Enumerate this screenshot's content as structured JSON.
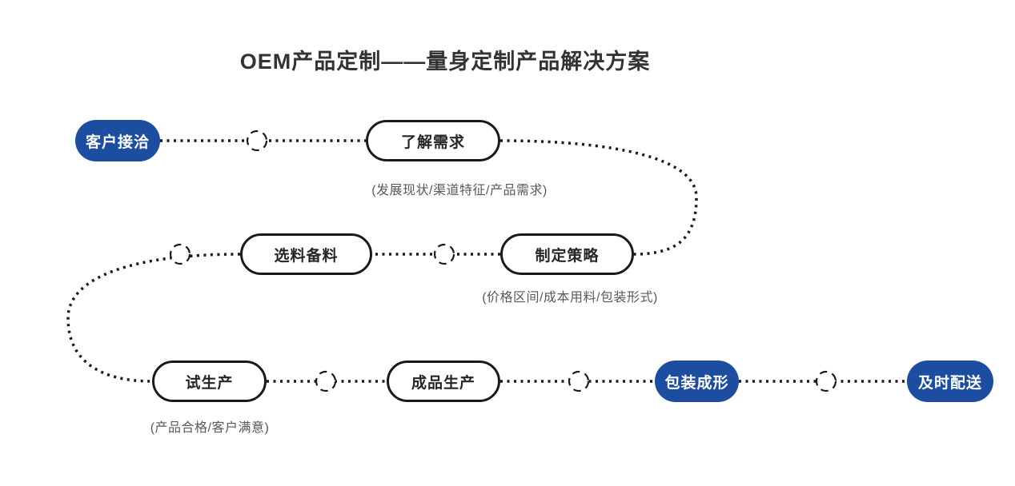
{
  "title": "OEM产品定制——量身定制产品解决方案",
  "colors": {
    "accent_blue": "#1c4da1",
    "line_dark": "#1a1a1a",
    "note_gray": "#595959",
    "title_dark": "#333333"
  },
  "flow": {
    "nodes": [
      {
        "id": "customer-contact",
        "label": "客户接洽",
        "style": "blue"
      },
      {
        "id": "understand-needs",
        "label": "了解需求",
        "style": "outline"
      },
      {
        "id": "select-materials",
        "label": "选料备料",
        "style": "outline"
      },
      {
        "id": "make-strategy",
        "label": "制定策略",
        "style": "outline"
      },
      {
        "id": "trial-production",
        "label": "试生产",
        "style": "outline"
      },
      {
        "id": "finished-production",
        "label": "成品生产",
        "style": "outline"
      },
      {
        "id": "packaging",
        "label": "包装成形",
        "style": "blue"
      },
      {
        "id": "timely-delivery",
        "label": "及时配送",
        "style": "blue"
      }
    ],
    "notes": {
      "understand_needs": "(发展现状/渠道特征/产品需求)",
      "make_strategy": "(价格区间/成本用料/包装形式)",
      "trial_production": "(产品合格/客户满意)"
    },
    "order": [
      "客户接洽",
      "了解需求",
      "制定策略",
      "选料备料",
      "试生产",
      "成品生产",
      "包装成形",
      "及时配送"
    ]
  }
}
